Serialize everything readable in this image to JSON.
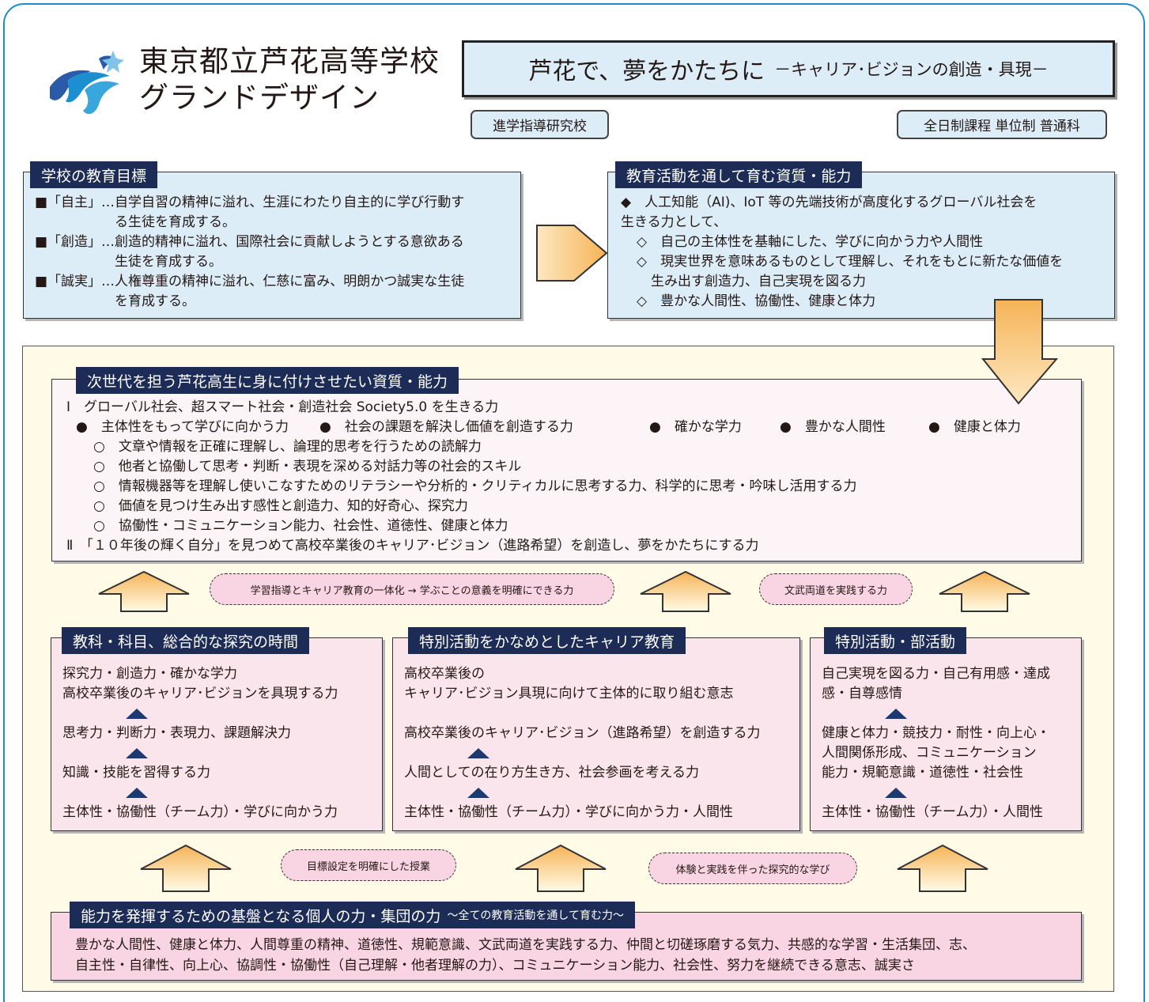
{
  "header": {
    "title_line1": "東京都立芦花高等学校",
    "title_line2": "グランドデザイン",
    "slogan_main": "芦花で、夢をかたちに",
    "slogan_sub": "－キャリア･ビジョンの創造・具現－",
    "tag_left": "進学指導研究校",
    "tag_right": "全日制課程 単位制 普通科",
    "logo_icon": "school-logo-icon"
  },
  "goals": {
    "title": "学校の教育目標",
    "lines": [
      "■「自主」…自学自習の精神に溢れ、生涯にわたり自主的に学び行動す",
      "る生徒を育成する。",
      "■「創造」…創造的精神に溢れ、国際社会に貢献しようとする意欲ある",
      "生徒を育成する。",
      "■「誠実」…人権尊重の精神に溢れ、仁慈に富み、明朗かつ誠実な生徒",
      "を育成する。"
    ]
  },
  "qualities": {
    "title": "教育活動を通して育む資質・能力",
    "lines": [
      "◆　人工知能（AI)、IoT 等の先端技術が高度化するグローバル社会を",
      "生きる力として、",
      "◇　自己の主体性を基軸にした、学びに向かう力や人間性",
      "◇　現実世界を意味あるものとして理解し、それをもとに新たな価値を",
      "生み出す創造力、自己実現を図る力",
      "◇　豊かな人間性、協働性、健康と体力"
    ]
  },
  "next_gen": {
    "title": "次世代を担う芦花高生に身に付けさせたい資質・能力",
    "line1": "Ⅰ　グローバル社会、超スマート社会・創造社会 Society5.0 を生きる力",
    "bullets": [
      "●　主体性をもって学びに向かう力",
      "●　社会の課題を解決し価値を創造する力",
      "●　確かな学力",
      "●　豊かな人間性",
      "●　健康と体力"
    ],
    "circles": [
      "○　文章や情報を正確に理解し、論理的思考を行うための読解力",
      "○　他者と協働して思考・判断・表現を深める対話力等の社会的スキル",
      "○　情報機器等を理解し使いこなすためのリテラシーや分析的・クリティカルに思考する力、科学的に思考・吟味し活用する力",
      "○　価値を見つけ生み出す感性と創造力、知的好奇心、探究力",
      "○　協働性・コミュニケーション能力、社会性、道徳性、健康と体力"
    ],
    "line2": "Ⅱ　「１０年後の輝く自分」を見つめて高校卒業後のキャリア･ビジョン（進路希望）を創造し、夢をかたちにする力"
  },
  "pills_top": {
    "left": "学習指導とキャリア教育の一体化 → 学ぶことの意義を明確にできる力",
    "right": "文武両道を実践する力"
  },
  "col1": {
    "title": "教科・科目、総合的な探究の時間",
    "lines": [
      "探究力・創造力・確かな学力",
      "高校卒業後のキャリア･ビジョンを具現する力",
      "思考力・判断力・表現力、課題解決力",
      "知識・技能を習得する力",
      "主体性・協働性（チーム力）・学びに向かう力"
    ]
  },
  "col2": {
    "title": "特別活動をかなめとしたキャリア教育",
    "lines": [
      "高校卒業後の",
      "キャリア･ビジョン具現に向けて主体的に取り組む意志",
      "高校卒業後のキャリア･ビジョン（進路希望）を創造する力",
      "人間としての在り方生き方、社会参画を考える力",
      "主体性・協働性（チーム力）・学びに向かう力・人間性"
    ]
  },
  "col3": {
    "title": "特別活動・部活動",
    "lines": [
      "自己実現を図る力・自己有用感・達成",
      "感・自尊感情",
      "健康と体力・競技力・耐性・向上心・",
      "人間関係形成、コミュニケーション",
      "能力・規範意識・道徳性・社会性",
      "主体性・協働性（チーム力）・人間性"
    ]
  },
  "pills_bottom": {
    "left": "目標設定を明確にした授業",
    "right": "体験と実践を伴った探究的な学び"
  },
  "base": {
    "title": "能力を発揮するための基盤となる個人の力・集団の力",
    "title_small": "～全ての教育活動を通して育む力～",
    "lines": [
      "豊かな人間性、健康と体力、人間尊重の精神、道徳性、規範意識、文武両道を実践する力、仲間と切磋琢磨する気力、共感的な学習・生活集団、志、",
      "自主性・自律性、向上心、協調性・協働性（自己理解・他者理解の力）、コミュニケーション能力、社会性、努力を継続できる意志、誠実さ"
    ]
  },
  "colors": {
    "frame": "#1e8ccc",
    "header_bg": "#1d2c56",
    "light_blue": "#dcedf8",
    "pink": "#fbe5ed",
    "deep_pink": "#f9d4e2",
    "panel": "#fffbe6",
    "arrow_fill": "#f8c77a"
  }
}
